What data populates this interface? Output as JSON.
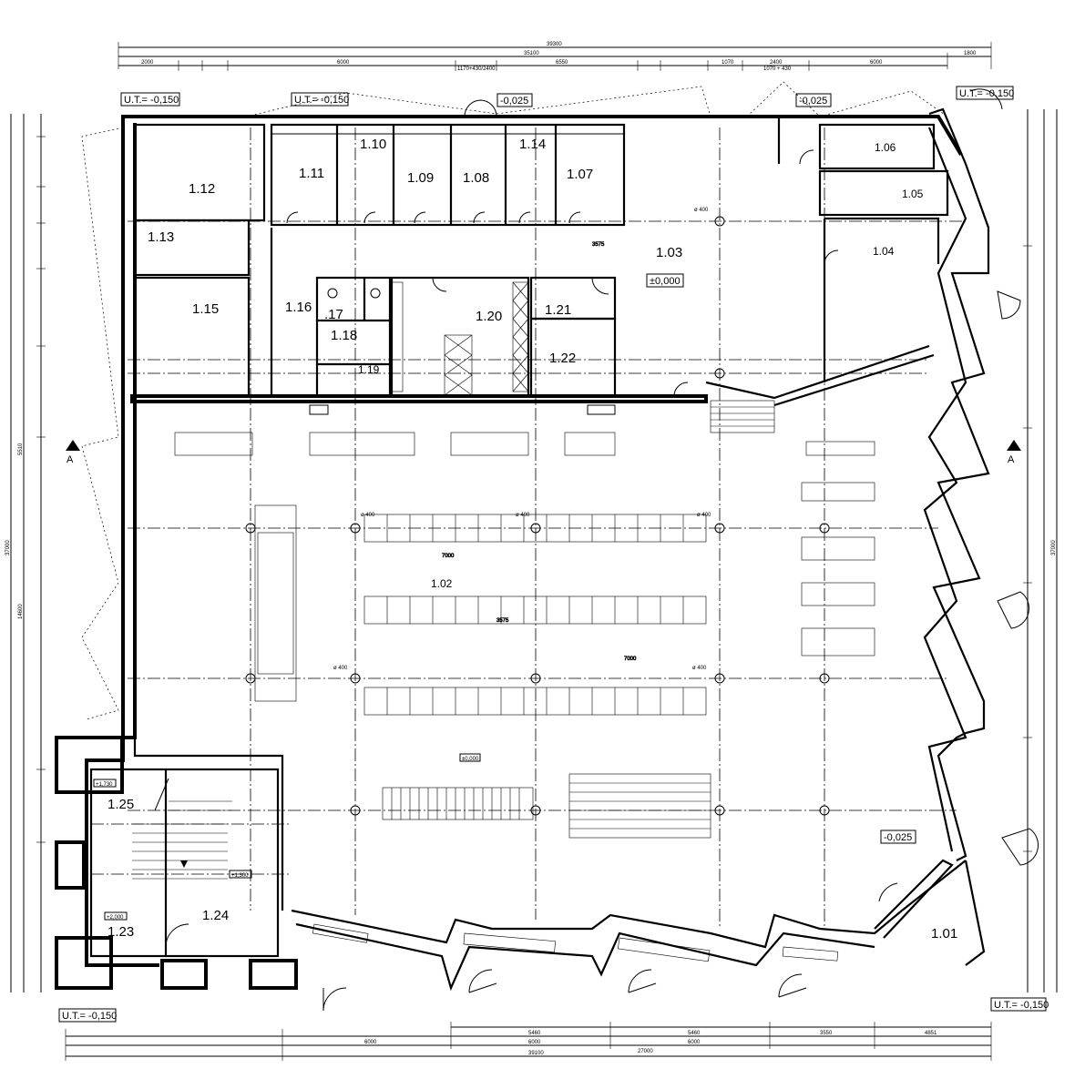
{
  "drawing": {
    "level_tags": {
      "ut_top_left": "U.T.= -0,150",
      "ut_top_mid": "U.T.= -0,150",
      "entrance_top": "-0,025",
      "top_right": "-0,025",
      "ut_top_right": "U.T.= -0,150",
      "floor_main": "±0,000",
      "hall_mid": "±0,000",
      "hall_right": "-0,025",
      "ut_bottom_left": "U.T.= -0,150",
      "ut_bottom_right": "U.T.= -0,150",
      "stair_a": "+1,730",
      "stair_b": "+1,300",
      "stair_c": "+2,000"
    },
    "rooms": {
      "r101": "1.01",
      "r102": "1.02",
      "r103": "1.03",
      "r104": "1.04",
      "r105": "1.05",
      "r106": "1.06",
      "r107": "1.07",
      "r108": "1.08",
      "r109": "1.09",
      "r110": "1.10",
      "r111": "1.11",
      "r112": "1.12",
      "r113": "1.13",
      "r114": "1.14",
      "r115": "1.15",
      "r116": "1.16",
      "r117": ".17",
      "r118": "1.18",
      "r119": "1.19",
      "r120": "1.20",
      "r121": "1.21",
      "r122": "1.22",
      "r123": "1.23",
      "r124": "1.24",
      "r125": "1.25"
    },
    "section_marks": {
      "left": "A",
      "right": "A"
    },
    "dimensions": {
      "top_total": "39300",
      "top_sub": "35100",
      "top_right": "1800",
      "top_1": "2000",
      "top_2": "6000",
      "top_3": "1170+430/2400",
      "top_4": "6550",
      "top_5": "1070",
      "top_6": "2400",
      "top_7": "1070 + 430",
      "top_8": "6000",
      "bottom_total": "39100",
      "bottom_1": "6000",
      "bottom_2": "27000",
      "bottom_3": "6000",
      "bottom_4": "6000",
      "bottom_5": "4851",
      "bottom_6": "5460",
      "bottom_7": "5460",
      "bottom_8": "3550",
      "left_total": "37000",
      "left_1": "5510",
      "left_2": "14600",
      "right_total": "37000",
      "hall_1": "7000",
      "hall_2": "7000",
      "hall_3": "3575",
      "hall_4": "3575",
      "col": "ø 400"
    }
  }
}
